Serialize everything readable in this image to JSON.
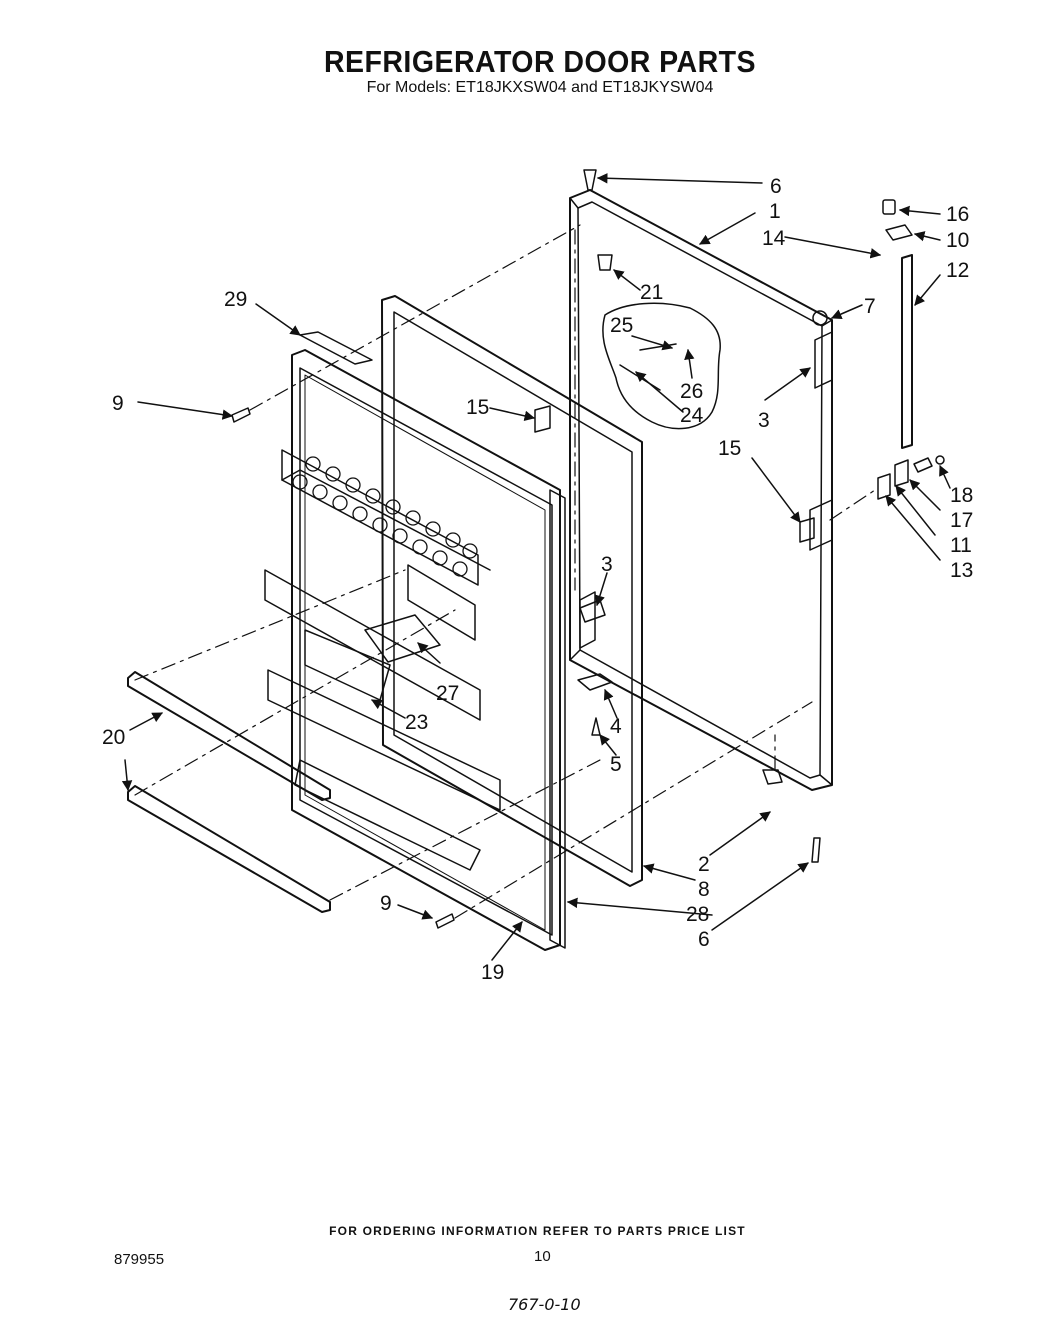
{
  "header": {
    "title": "REFRIGERATOR DOOR PARTS",
    "subtitle": "For Models: ET18JKXSW04 and ET18JKYSW04"
  },
  "footer": {
    "note": "FOR ORDERING INFORMATION REFER TO PARTS PRICE LIST",
    "doc_number": "879955",
    "page_number": "10",
    "handwritten": "767-0-10"
  },
  "callouts": [
    "1",
    "2",
    "3",
    "3",
    "4",
    "5",
    "6",
    "6",
    "7",
    "8",
    "9",
    "9",
    "10",
    "11",
    "12",
    "13",
    "14",
    "15",
    "15",
    "16",
    "17",
    "18",
    "19",
    "20",
    "21",
    "23",
    "24",
    "25",
    "26",
    "27",
    "28",
    "29"
  ],
  "colors": {
    "ink": "#111111",
    "paper": "#ffffff"
  }
}
